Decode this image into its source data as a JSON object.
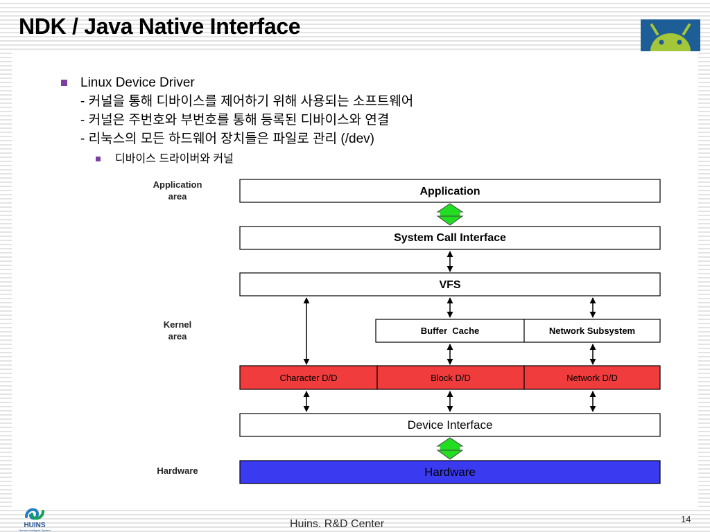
{
  "slide": {
    "title": "NDK / Java Native Interface",
    "page_number": "14",
    "footer": "Huins. R&D Center"
  },
  "bullets": {
    "main_label": "Linux Device Driver",
    "lines": [
      "- 커널을 통해 디바이스를 제어하기 위해 사용되는 소프트웨어",
      "- 커널은 주번호와 부번호를 통해 등록된 디바이스와 연결",
      "- 리눅스의 모든 하드웨어 장치들은 파일로 관리 (/dev)"
    ],
    "sub_item": "디바이스 드라이버와 커널"
  },
  "diagram": {
    "area_labels": {
      "application": [
        "Application",
        "area"
      ],
      "kernel": [
        "Kernel",
        "area"
      ],
      "hardware": "Hardware"
    },
    "layers": {
      "application": "Application",
      "syscall": "System Call Interface",
      "vfs": "VFS",
      "buffer_cache": "Buffer  Cache",
      "network_subsystem": "Network Subsystem",
      "character_dd": "Character D/D",
      "block_dd": "Block D/D",
      "network_dd": "Network D/D",
      "device_interface": "Device Interface",
      "hardware": "Hardware"
    },
    "colors": {
      "driver_red": "#f03c3c",
      "hardware_blue": "#3a3af0",
      "interface_green": "#22dd22",
      "bullet_purple": "#7b3fa0"
    }
  },
  "logos": {
    "huins_wordmark": "HUINS",
    "huins_tagline": "Human Intelligent System"
  }
}
